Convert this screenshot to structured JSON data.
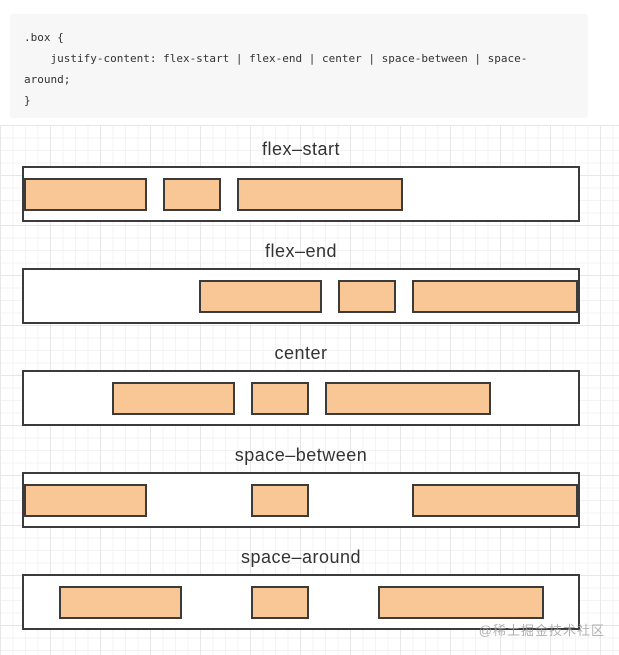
{
  "code_block": {
    "lines": [
      ".box {",
      "    justify-content: flex-start | flex-end | center | space-between | space-",
      "around;",
      "}"
    ]
  },
  "diagram": {
    "sections": [
      {
        "label": "flex–start",
        "justify": "flex-start"
      },
      {
        "label": "flex–end",
        "justify": "flex-end"
      },
      {
        "label": "center",
        "justify": "center"
      },
      {
        "label": "space–between",
        "justify": "space-between"
      },
      {
        "label": "space–around",
        "justify": "space-around"
      }
    ],
    "item_widths": [
      123,
      58,
      166
    ],
    "colors": {
      "item_fill": "#f9c795",
      "shape_border": "#3b3b3b",
      "grid_minor": "#f3f3f3",
      "grid_major": "#e7e7e7",
      "code_background": "#f7f7f7",
      "text": "#333333"
    }
  },
  "watermark": {
    "text": "@稀土掘金技术社区"
  }
}
